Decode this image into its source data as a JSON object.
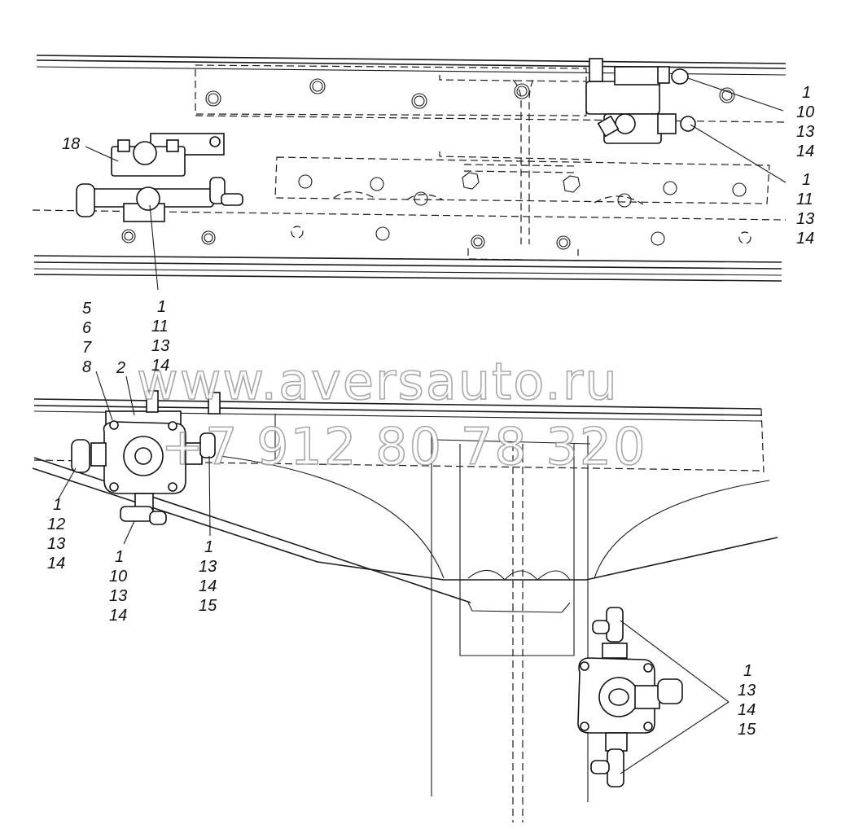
{
  "callouts": {
    "c1": [
      "1",
      "10",
      "13",
      "14"
    ],
    "c2": [
      "1",
      "11",
      "13",
      "14"
    ],
    "c3": [
      "18"
    ],
    "c4": [
      "1",
      "11",
      "13",
      "14"
    ],
    "c5": [
      "5",
      "6",
      "7",
      "8"
    ],
    "c6": [
      "2"
    ],
    "c7": [
      "1",
      "12",
      "13",
      "14"
    ],
    "c8": [
      "1",
      "10",
      "13",
      "14"
    ],
    "c9": [
      "1",
      "13",
      "14",
      "15"
    ],
    "c10": [
      "1",
      "13",
      "14",
      "15"
    ]
  },
  "watermark": {
    "url": "www.aversauto.ru",
    "phone": "+7 912 80 78 320"
  }
}
